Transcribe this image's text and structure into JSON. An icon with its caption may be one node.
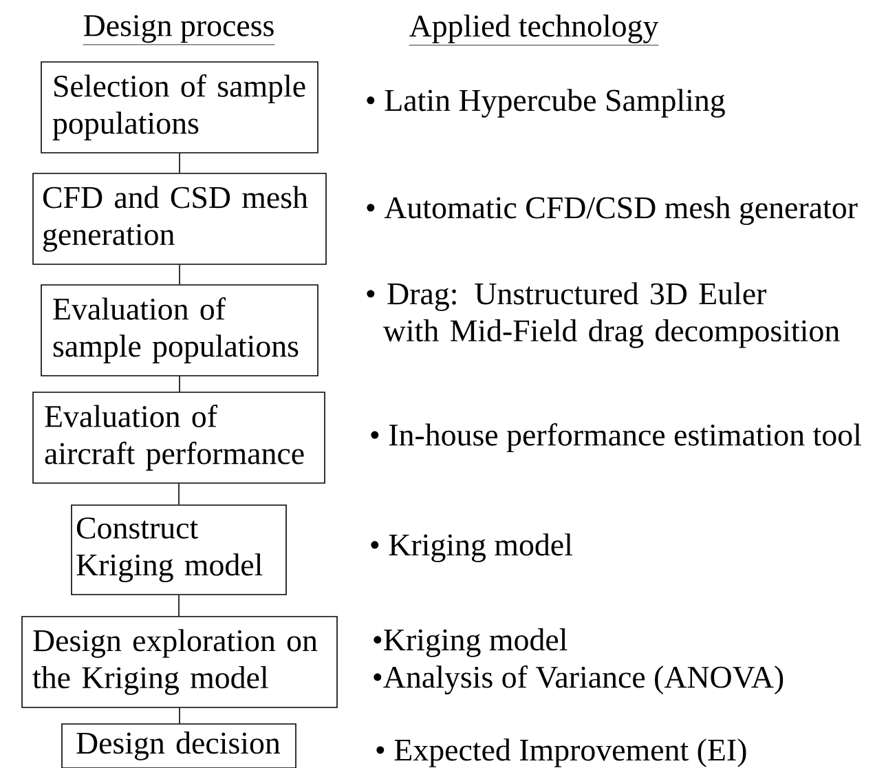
{
  "diagram": {
    "nodes": [
      {
        "text": [
          "Selection of sample populations"
        ]
      },
      {
        "text": [
          "CFD and CSD mesh generation"
        ]
      },
      {
        "text": [
          "Evaluation of sample populations"
        ]
      },
      {
        "text": [
          "Evaluation of aircraft performance"
        ]
      },
      {
        "text": [
          "Construct Kriging model"
        ]
      },
      {
        "text": [
          "Design exploration on the Kriging model"
        ]
      },
      {
        "text": [
          "Design decision"
        ]
      }
    ],
    "edges": [
      {
        "from": 0,
        "to": 1,
        "arrow": "none"
      },
      {
        "from": 1,
        "to": 2,
        "arrow": "none"
      },
      {
        "from": 2,
        "to": 3,
        "arrow": "none"
      },
      {
        "from": 3,
        "to": 4,
        "arrow": "none"
      },
      {
        "from": 4,
        "to": 5,
        "arrow": "none"
      },
      {
        "from": 5,
        "to": 6,
        "arrow": "none"
      }
    ],
    "labels": [
      "Design process",
      "Applied technology",
      "• Latin Hypercube Sampling",
      "• Automatic CFD/CSD mesh generator",
      "• Drag: Unstructured 3D Euler with Mid-Field drag decomposition",
      "• In-house performance estimation tool",
      "• Kriging model",
      "•Kriging model",
      "•Analysis of Variance (ANOVA)",
      "• Expected Improvement (EI)"
    ]
  }
}
